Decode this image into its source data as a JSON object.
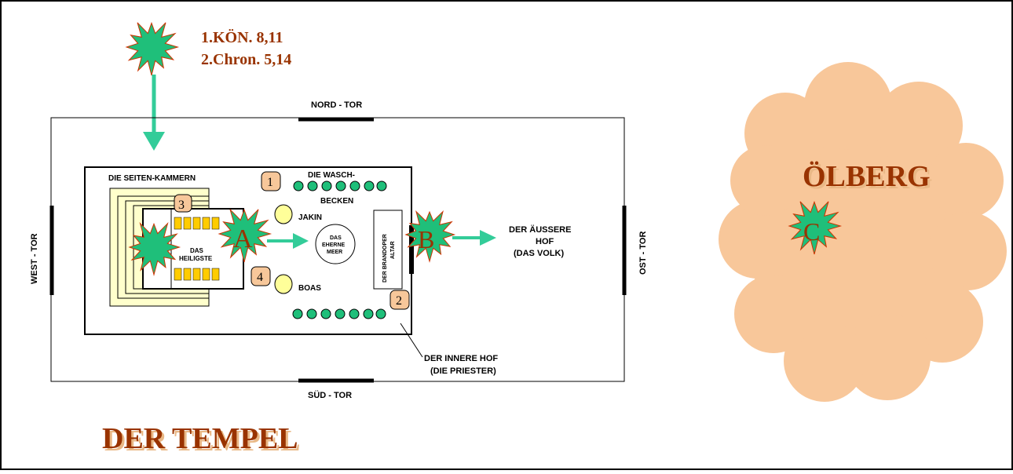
{
  "references": {
    "line1": "1.KÖN. 8,11",
    "line2": "2.Chron. 5,14"
  },
  "gates": {
    "north": "NORD - TOR",
    "south": "SÜD - TOR",
    "west": "WEST - TOR",
    "east": "OST - TOR"
  },
  "labels": {
    "side_chambers": "DIE SEITEN-KAMMERN",
    "wash_basins_1": "DIE WASCH-",
    "wash_basins_2": "BECKEN",
    "jakin": "JAKIN",
    "boas": "BOAS",
    "holiest_1": "DAS",
    "holiest_2": "HEILIGSTE",
    "sea_1": "DAS",
    "sea_2": "EHERNE",
    "sea_3": "MEER",
    "altar_1": "DER BRANDOPER",
    "altar_2": "ALTAR",
    "outer_court_1": "DER ÄUSSERE",
    "outer_court_2": "HOF",
    "outer_court_3": "(DAS VOLK)",
    "inner_court_1": "DER INNERE HOF",
    "inner_court_2": "(DIE PRIESTER)",
    "mount": "ÖLBERG",
    "title": "DER TEMPEL"
  },
  "markers": {
    "a": "A",
    "b": "B",
    "c": "C"
  },
  "numbers": {
    "n1": "1",
    "n2": "2",
    "n3": "3",
    "n4": "4"
  },
  "colors": {
    "title_brown": "#993300",
    "star_green": "#1fbf7a",
    "arrow_teal": "#33cc99",
    "number_fill": "#f7c79a",
    "cloud_fill": "#f8c79a",
    "chamber_fill": "#ffffcc",
    "gold": "#ffcc00",
    "pillar_fill": "#ffff99"
  }
}
